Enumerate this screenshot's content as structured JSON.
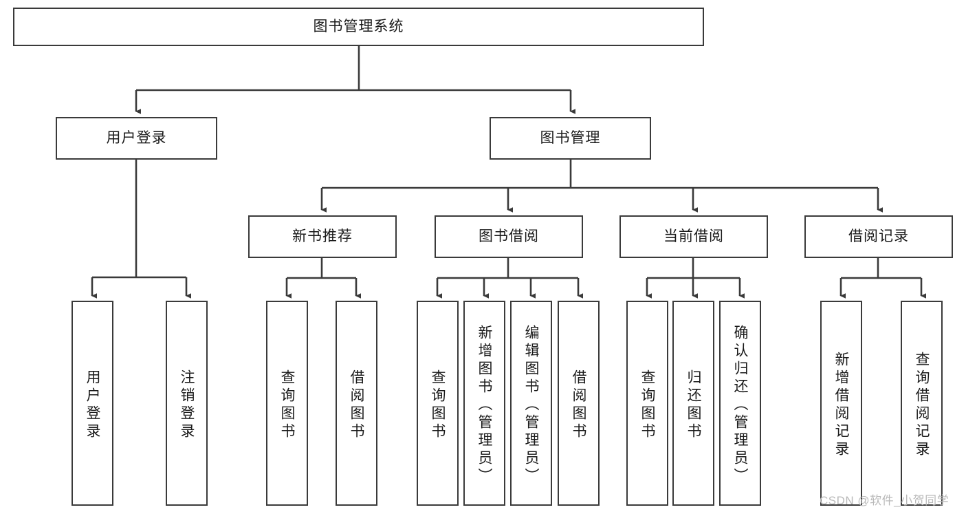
{
  "diagram": {
    "type": "tree-hierarchy-chart",
    "title": "图书管理系统",
    "background_color": "#ffffff",
    "line_color": "#3a3a3a",
    "box_border_color": "#3a3a3a",
    "box_fill_color": "#ffffff",
    "text_color": "#1a1a1a"
  },
  "watermark": {
    "text": "CSDN @软件_小贺同学",
    "color": "#b9b9b9"
  },
  "nodes": {
    "root": {
      "label": "图书管理系统"
    },
    "level1": [
      {
        "label": "用户登录"
      },
      {
        "label": "图书管理"
      }
    ],
    "level2": [
      {
        "label": "新书推荐"
      },
      {
        "label": "图书借阅"
      },
      {
        "label": "当前借阅"
      },
      {
        "label": "借阅记录"
      }
    ],
    "leaves": {
      "user_login": [
        {
          "label": "用户登录"
        },
        {
          "label": "注销登录"
        }
      ],
      "new_book_recommend": [
        {
          "label": "查询图书"
        },
        {
          "label": "借阅图书"
        }
      ],
      "book_borrow": [
        {
          "label": "查询图书"
        },
        {
          "label": "新增图书（管理员）"
        },
        {
          "label": "编辑图书（管理员）"
        },
        {
          "label": "借阅图书"
        }
      ],
      "current_borrow": [
        {
          "label": "查询图书"
        },
        {
          "label": "归还图书"
        },
        {
          "label": "确认归还（管理员）"
        }
      ],
      "borrow_record": [
        {
          "label": "新增借阅记录"
        },
        {
          "label": "查询借阅记录"
        }
      ]
    }
  }
}
